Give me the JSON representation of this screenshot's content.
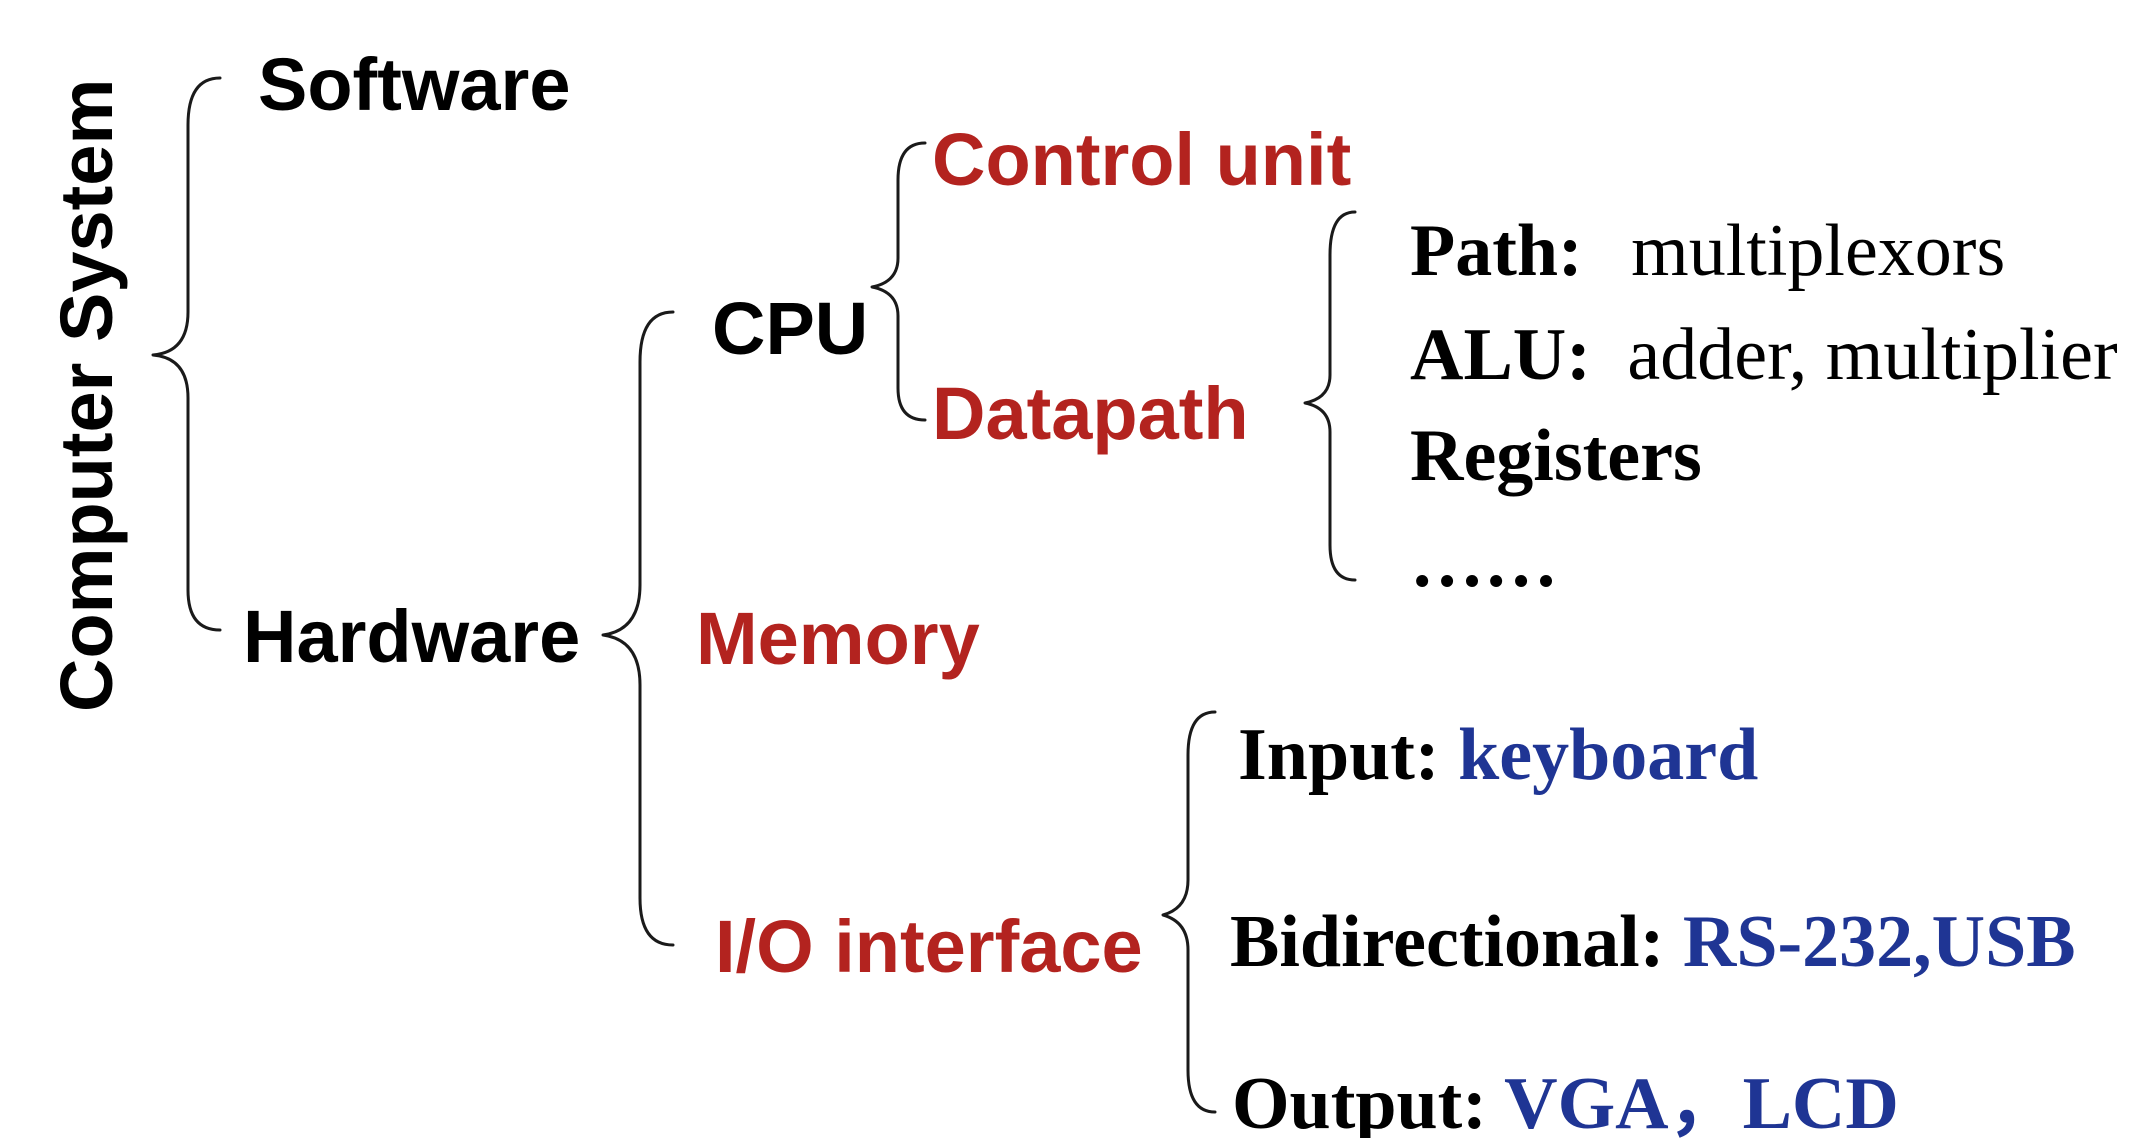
{
  "colors": {
    "black": "#000000",
    "red": "#b3231f",
    "blue": "#1f3594"
  },
  "root": "Computer System",
  "level1": {
    "software": "Software",
    "hardware": "Hardware"
  },
  "hardware": {
    "cpu": "CPU",
    "memory": "Memory",
    "io": "I/O interface"
  },
  "cpu": {
    "control_unit": "Control unit",
    "datapath": "Datapath"
  },
  "datapath_items": {
    "path_label": "Path:",
    "path_value": "multiplexors",
    "alu_label": "ALU:",
    "alu_value": "adder, multiplier",
    "registers": "Registers",
    "ellipsis": "……"
  },
  "io_items": {
    "input_label": "Input:",
    "input_value": "keyboard",
    "bidirectional_label": "Bidirectional:",
    "bidirectional_value": "RS-232,USB",
    "output_label": "Output:",
    "output_value": "VGA，LCD"
  }
}
